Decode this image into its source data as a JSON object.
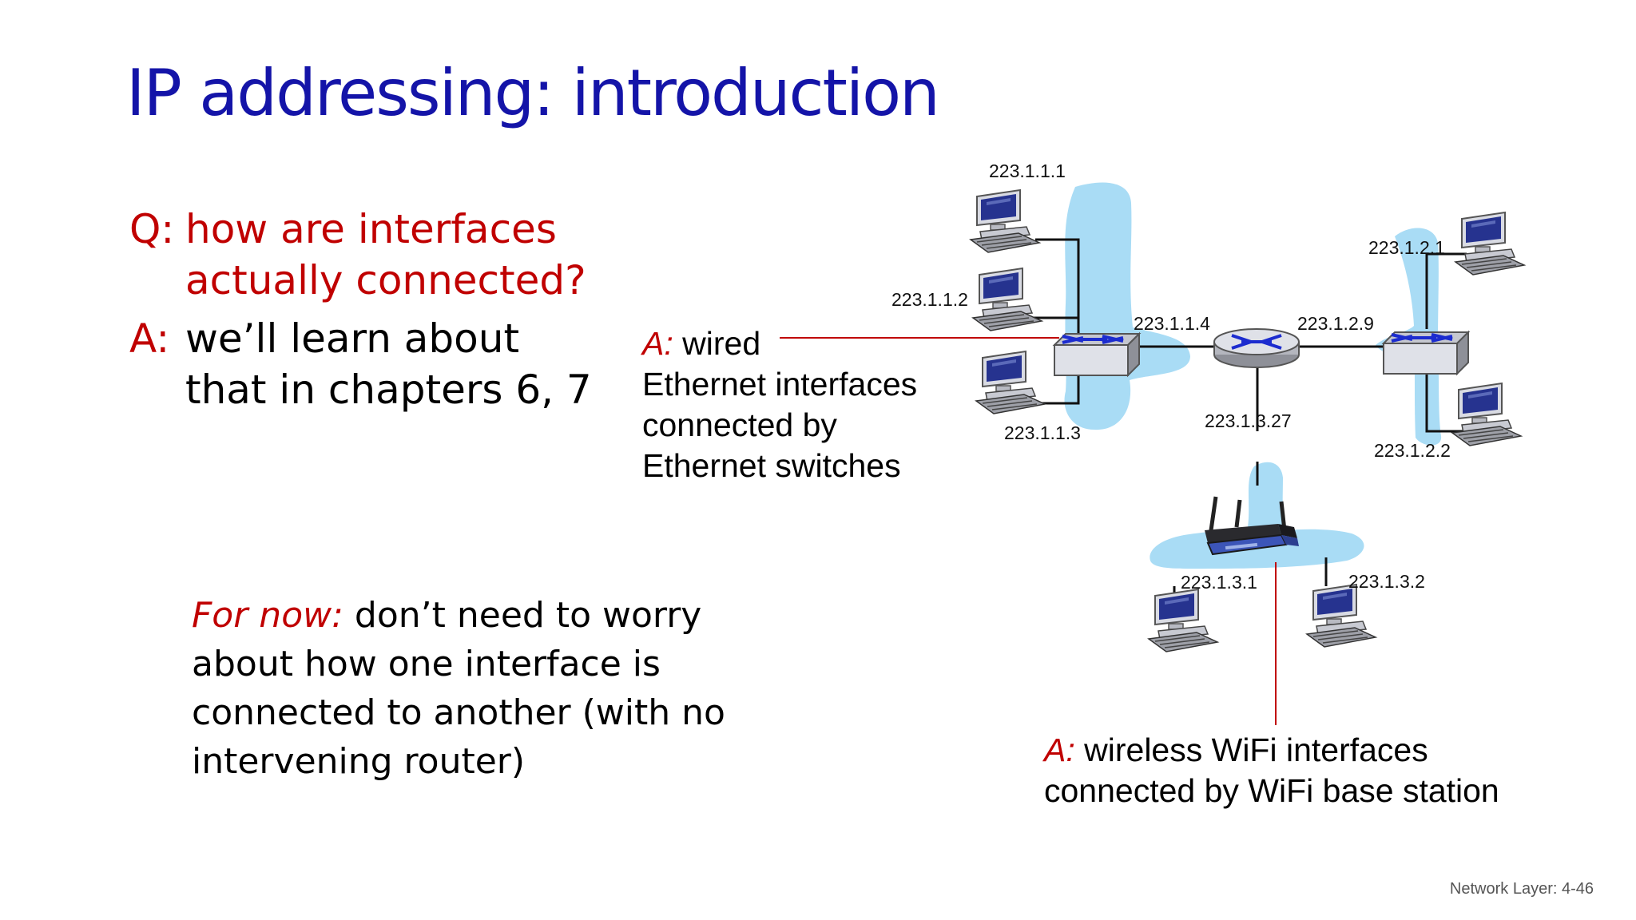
{
  "slide": {
    "title": "IP addressing: introduction",
    "footer": "Network Layer: 4-46"
  },
  "qa": {
    "q_label": "Q:",
    "q_line1": "how are interfaces",
    "q_line2": "actually connected?",
    "a_label": "A:",
    "a_line1": "we’ll learn about",
    "a_line2": "that in chapters 6, 7"
  },
  "for_now": {
    "emphasis": "For now:",
    "text": " don’t need to worry about how one interface is connected to another (with no intervening router)"
  },
  "annotations": {
    "wired": {
      "emphasis": "A:",
      "line1": " wired",
      "line2": "Ethernet interfaces",
      "line3": "connected by",
      "line4": "Ethernet switches"
    },
    "wifi": {
      "emphasis": "A:",
      "line1": " wireless WiFi interfaces",
      "line2": "connected by WiFi base station"
    }
  },
  "diagram": {
    "ip_labels": {
      "h1": "223.1.1.1",
      "h2": "223.1.1.2",
      "h3": "223.1.1.3",
      "r1": "223.1.1.4",
      "r2": "223.1.2.9",
      "r3": "223.1.3.27",
      "h4": "223.1.2.1",
      "h5": "223.1.2.2",
      "w1": "223.1.3.1",
      "w2": "223.1.3.2"
    },
    "colors": {
      "subnet_fill": "#a9dcf5",
      "title": "#1414a8",
      "emphasis": "#c00000"
    }
  }
}
